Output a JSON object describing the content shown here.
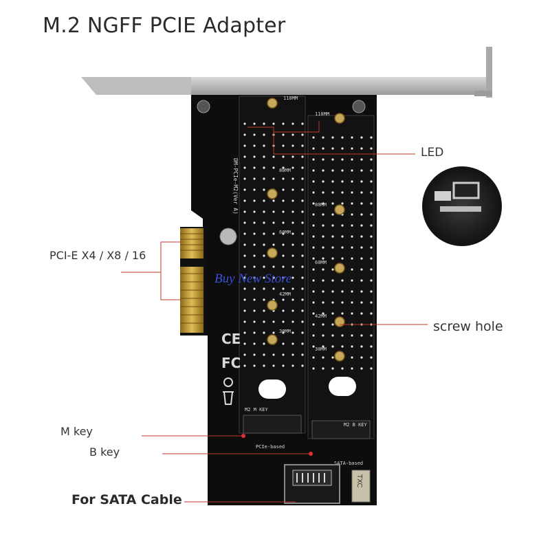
{
  "title": "M.2 NGFF PCIE Adapter",
  "labels": {
    "led": "LED",
    "pcie": "PCI-E X4 / X8 / 16",
    "screw_hole": "screw hole",
    "m_key": "M key",
    "b_key": "B key",
    "sata_cable": "For SATA Cable"
  },
  "watermark": "Buy New Store",
  "board": {
    "slot_marks_left": [
      "110MM",
      "80MM",
      "60MM",
      "42MM",
      "30MM"
    ],
    "slot_marks_right": [
      "110MM",
      "80MM",
      "60MM",
      "42MM",
      "30MM"
    ],
    "slot_left_key": "M2 M KEY",
    "slot_right_key": "M2 B KEY",
    "slot_left_note": "PCIe-based",
    "slot_right_note": "SATA-based",
    "model_text": "DM-PCIe-M2(Ver A)",
    "logos": [
      "CE",
      "FC"
    ],
    "chip_label": "TXC"
  },
  "colors": {
    "pcb": "#0d0d0d",
    "bracket": "#b9b9b9",
    "gold": "#c9a23a",
    "callout_line": "#c0392b",
    "watermark": "#3a4fd8"
  }
}
